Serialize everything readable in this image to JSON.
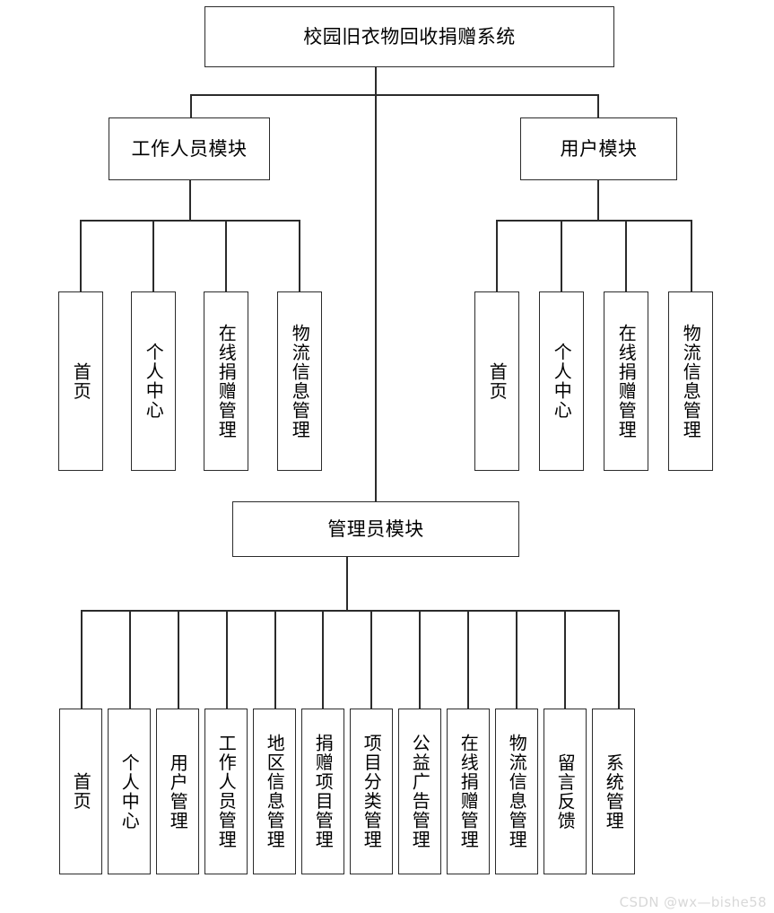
{
  "diagram": {
    "title": "校园旧衣物回收捐赠系统",
    "type": "tree-hierarchy",
    "root": {
      "label": "校园旧衣物回收捐赠系统"
    },
    "modules": [
      {
        "id": "staff",
        "label": "工作人员模块",
        "children": [
          {
            "label": "首页"
          },
          {
            "label": "个人中心"
          },
          {
            "label": "在线捐赠管理"
          },
          {
            "label": "物流信息管理"
          }
        ]
      },
      {
        "id": "user",
        "label": "用户模块",
        "children": [
          {
            "label": "首页"
          },
          {
            "label": "个人中心"
          },
          {
            "label": "在线捐赠管理"
          },
          {
            "label": "物流信息管理"
          }
        ]
      },
      {
        "id": "admin",
        "label": "管理员模块",
        "children": [
          {
            "label": "首页"
          },
          {
            "label": "个人中心"
          },
          {
            "label": "用户管理"
          },
          {
            "label": "工作人员管理"
          },
          {
            "label": "地区信息管理"
          },
          {
            "label": "捐赠项目管理"
          },
          {
            "label": "项目分类管理"
          },
          {
            "label": "公益广告管理"
          },
          {
            "label": "在线捐赠管理"
          },
          {
            "label": "物流信息管理"
          },
          {
            "label": "留言反馈"
          },
          {
            "label": "系统管理"
          }
        ]
      }
    ],
    "colors": {
      "background": "#ffffff",
      "border": "#2b2b2b",
      "text": "#000000",
      "watermark": "#d8d8d8"
    }
  },
  "watermark": {
    "text": "CSDN @wx—bishe58"
  }
}
